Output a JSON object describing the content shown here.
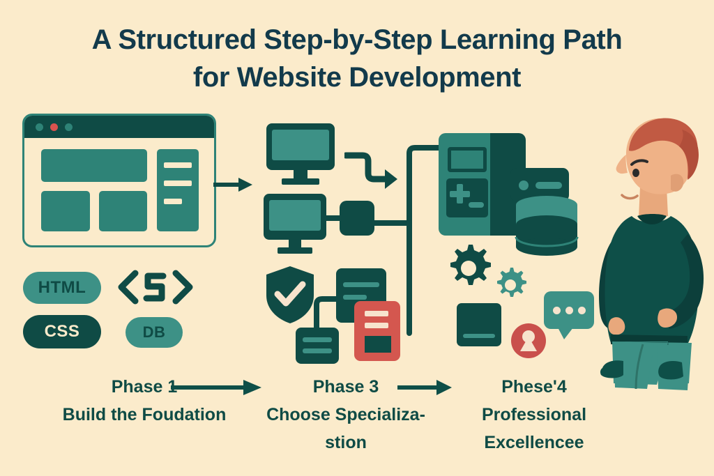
{
  "theme": {
    "background": "#FBEBCB",
    "dark_teal": "#0F4B45",
    "mid_teal": "#2E8377",
    "light_teal": "#3D9186",
    "title_navy": "#123A4B",
    "red": "#D4574F",
    "avatar_red": "#C9504C",
    "cream": "#F7E3CD",
    "hair": "#C15A43",
    "skin": "#E8A87C",
    "pants": "#3D9186"
  },
  "title": {
    "line1": "A Structured Step-by-Step Learning Path",
    "line2": "for Website Development"
  },
  "browser_mockup": {
    "name": "website-browser-window",
    "dots": [
      "teal",
      "red",
      "teal"
    ],
    "regions": [
      "hero-block",
      "card-left",
      "card-right",
      "sidebar"
    ],
    "sidebar_lines": 3
  },
  "badges": [
    {
      "label": "HTML",
      "style": "teal-pill",
      "name": "badge-html"
    },
    {
      "label": "CSS",
      "style": "dark-pill",
      "name": "badge-css"
    },
    {
      "label": "DB",
      "style": "teal-pill",
      "name": "badge-db"
    }
  ],
  "code_symbol": {
    "label": "< S >",
    "name": "code-brackets-icon"
  },
  "icons": {
    "monitor_top": "desktop-monitor-icon",
    "monitor_bottom": "desktop-monitor-icon",
    "device_node": "device-node-icon",
    "shield": "security-shield-check-icon",
    "doc_main": "document-card-icon",
    "doc_small": "document-card-icon",
    "doc_red": "database-record-icon",
    "server": "server-rack-icon",
    "database": "database-cylinder-icon",
    "gear_large": "gear-icon",
    "gear_small": "gear-icon",
    "book": "book-icon",
    "avatar": "user-avatar-icon",
    "chat": "chat-bubble-icon",
    "person": "standing-person-illustration"
  },
  "phases": [
    {
      "title": "Phase 1",
      "subtitle": "Build the Foudation",
      "subtitle_lines": [
        "Build the Foudation"
      ]
    },
    {
      "title": "Phase 3",
      "subtitle": "Choose Specializa-stion",
      "subtitle_lines": [
        "Choose Specializa-",
        "stion"
      ]
    },
    {
      "title": "Phese'4",
      "subtitle": "Professional Excellencee",
      "subtitle_lines": [
        "Professional",
        "Excellencee"
      ]
    }
  ],
  "arrows": [
    {
      "name": "arrow-browser-to-devices",
      "direction": "right"
    },
    {
      "name": "arrow-devices-to-server",
      "direction": "right"
    },
    {
      "name": "arrow-phase1-to-phase3",
      "direction": "right"
    },
    {
      "name": "arrow-phase3-to-phase4",
      "direction": "right"
    }
  ]
}
